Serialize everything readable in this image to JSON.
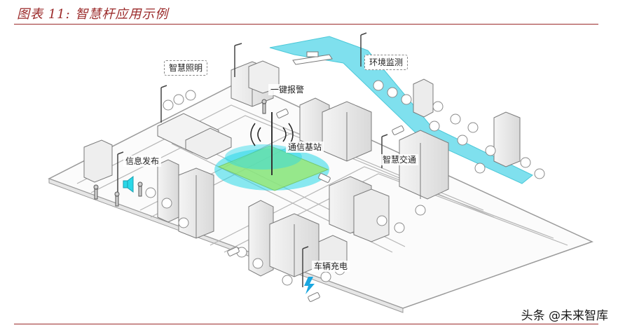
{
  "figure": {
    "title": "图表 11: 智慧杆应用示例"
  },
  "labels": {
    "lighting": "智慧照明",
    "alarm": "一键报警",
    "env": "环境监测",
    "station": "通信基站",
    "info": "信息发布",
    "traffic": "智慧交通",
    "charging": "车辆充电"
  },
  "watermark": "头条 @未来智库",
  "colors": {
    "accent": "#9b2a2a",
    "river": "#7fe0ee",
    "signal": "#2ad8e8",
    "plaza": "#9be86a"
  }
}
